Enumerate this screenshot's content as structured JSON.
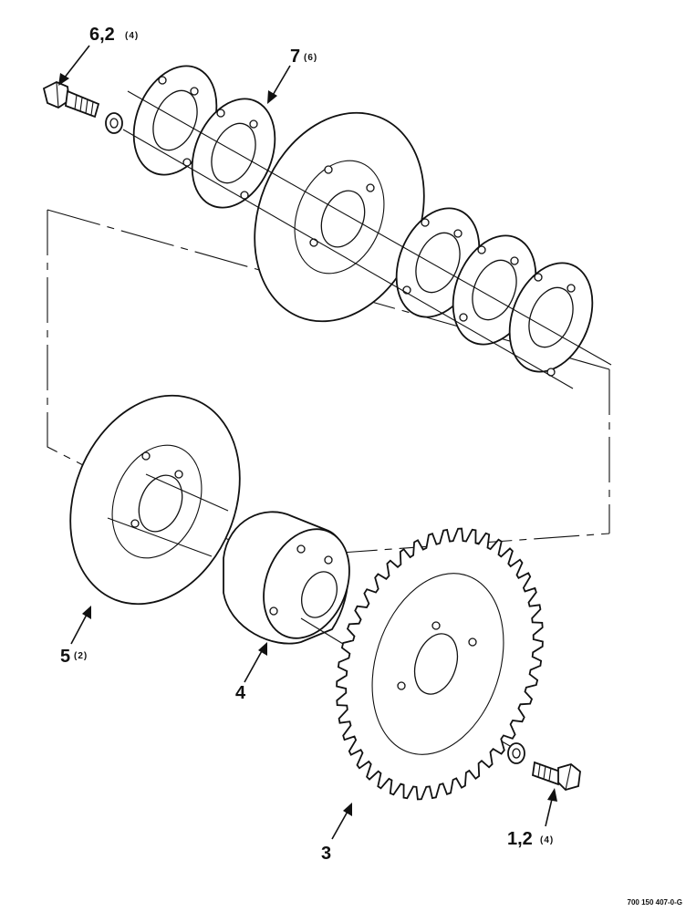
{
  "callouts": [
    {
      "num": "6,2",
      "qty": "(4)"
    },
    {
      "num": "7",
      "qty": "(6)"
    },
    {
      "num": "5",
      "qty": "(2)"
    },
    {
      "num": "4",
      "qty": ""
    },
    {
      "num": "3",
      "qty": ""
    },
    {
      "num": "1,2",
      "qty": "(4)"
    }
  ],
  "drawing_number": "700 150 407-0-G"
}
